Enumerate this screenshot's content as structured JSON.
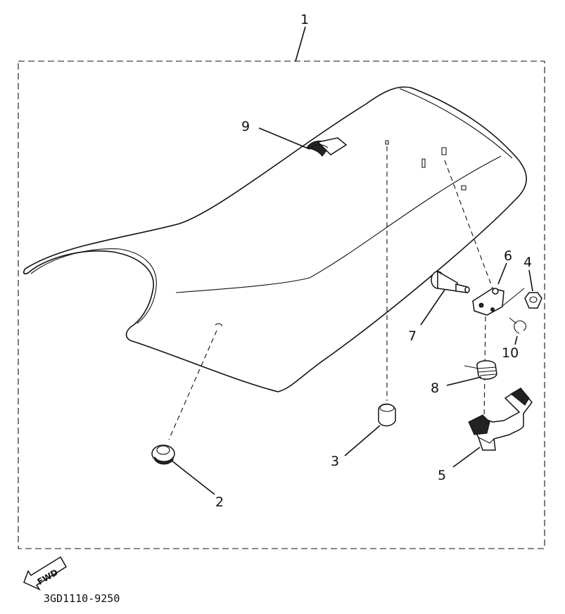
{
  "callouts": {
    "c1": "1",
    "c2": "2",
    "c3": "3",
    "c4": "4",
    "c5": "5",
    "c6": "6",
    "c7": "7",
    "c8": "8",
    "c9": "9",
    "c10": "10"
  },
  "fwd_label": "FWD",
  "drawing_code": "3GD1110-9250"
}
